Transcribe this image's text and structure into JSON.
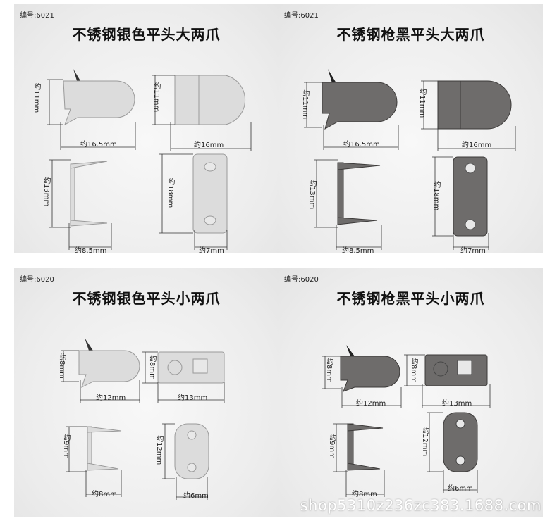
{
  "panels": [
    {
      "code": "编号:6021",
      "title": "不锈钢银色平头大两爪",
      "tone": "#dcdcdc",
      "labels": {
        "a_height": "约11mm",
        "a_width": "约16.5mm",
        "b_height": "约11mm",
        "b_width": "约16mm",
        "c_height": "约13mm",
        "c_width": "约8.5mm",
        "d_height": "约18mm",
        "d_width": "约7mm"
      }
    },
    {
      "code": "编号:6021",
      "title": "不锈钢枪黑平头大两爪",
      "tone": "#6e6c6b",
      "labels": {
        "a_height": "约11mm",
        "a_width": "约16.5mm",
        "b_height": "约11mm",
        "b_width": "约16mm",
        "c_height": "约13mm",
        "c_width": "约8.5mm",
        "d_height": "约18mm",
        "d_width": "约7mm"
      }
    },
    {
      "code": "编号:6020",
      "title": "不锈钢银色平头小两爪",
      "tone": "#dcdcdc",
      "labels": {
        "a_height": "约8mm",
        "a_width": "约12mm",
        "b_height": "约8mm",
        "b_width": "约13mm",
        "c_height": "约9mm",
        "c_width": "约8mm",
        "d_height": "约12mm",
        "d_width": "约6mm"
      }
    },
    {
      "code": "编号:6020",
      "title": "不锈钢枪黑平头小两爪",
      "tone": "#6e6c6b",
      "labels": {
        "a_height": "约8mm",
        "a_width": "约12mm",
        "b_height": "约8mm",
        "b_width": "约13mm",
        "c_height": "约9mm",
        "c_width": "约8mm",
        "d_height": "约12mm",
        "d_width": "约6mm"
      }
    }
  ],
  "watermark": "shop5310z236zc383.1688.com"
}
